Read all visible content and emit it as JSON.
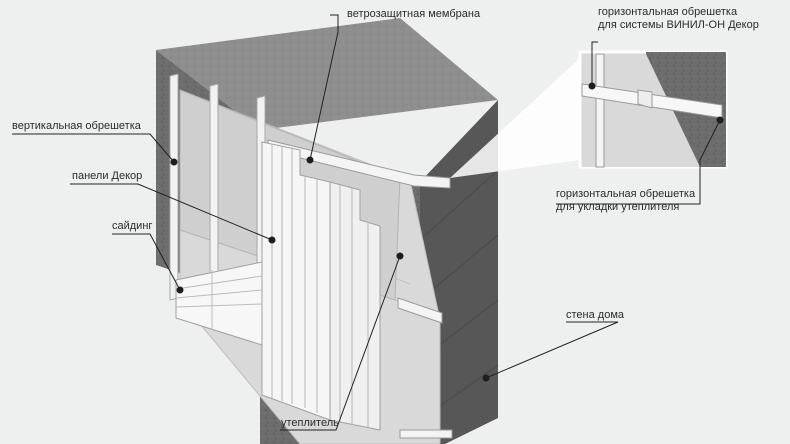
{
  "labels": {
    "membrane": "ветрозащитная мембрана",
    "vertical_batten": "вертикальная обрешетка",
    "decor_panels": "панели Декор",
    "siding": "сайдинг",
    "insulation": "утеплитель",
    "house_wall": "стена дома",
    "horizontal_batten_system_line1": "горизонтальная обрешетка",
    "horizontal_batten_system_line2": "для системы ВИНИЛ-ОН Декор",
    "horizontal_batten_insulation_line1": "горизонтальная обрешетка",
    "horizontal_batten_insulation_line2": "для укладки утеплителя"
  },
  "colors": {
    "background": "#eef0f0",
    "concrete": "#6f6f6f",
    "concrete_dark": "#4f4f4f",
    "insulation": "#d7d7d7",
    "membrane": "#c9c9c9",
    "siding": "#f7f7f7",
    "leader_line": "#222222",
    "dot": "#1e1e1e"
  }
}
